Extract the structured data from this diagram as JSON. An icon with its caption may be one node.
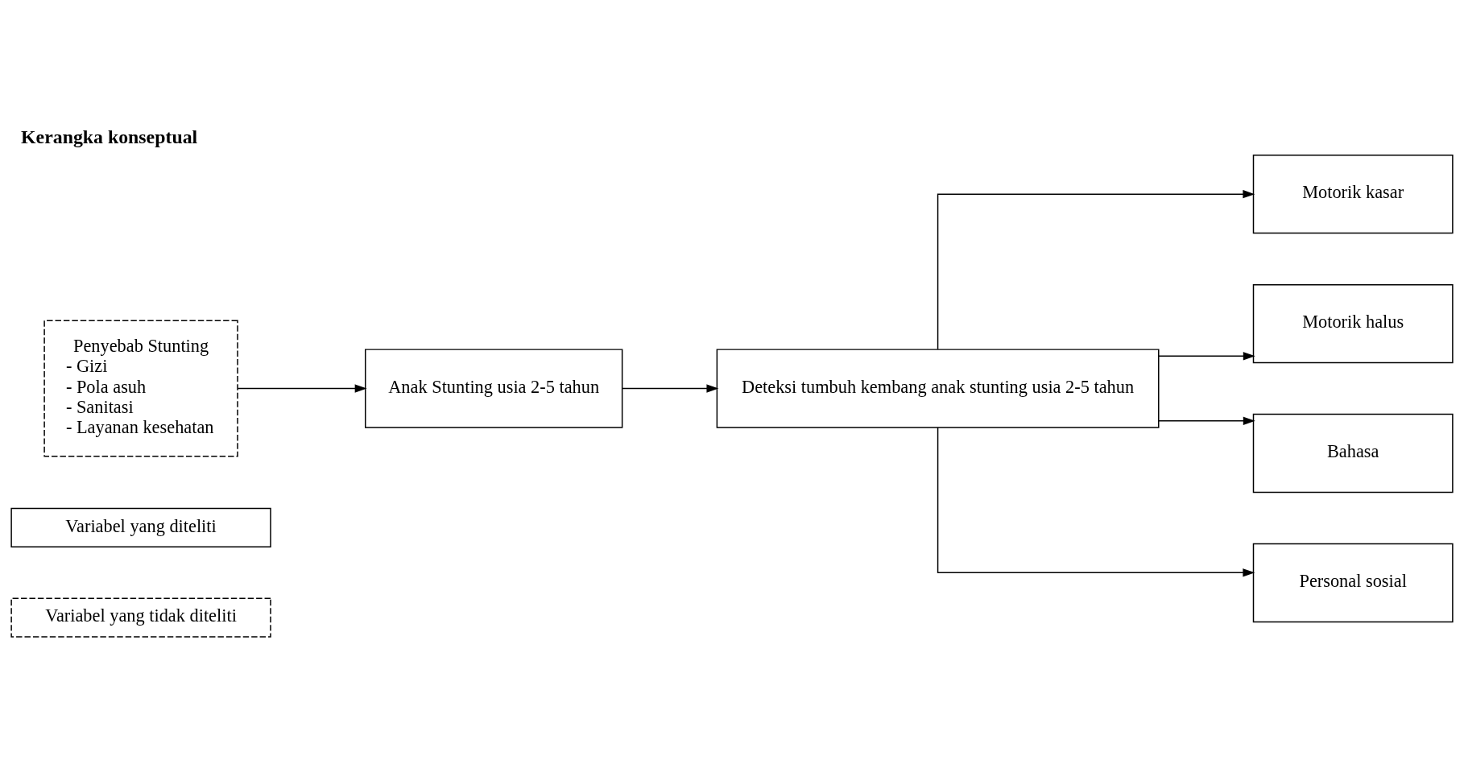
{
  "diagram": {
    "title": "Kerangka konseptual",
    "nodes": [
      {
        "text": [
          "Penyebab Stunting",
          "- Gizi",
          "- Pola asuh",
          "- Sanitasi",
          "- Layanan kesehatan"
        ]
      },
      {
        "text": [
          "Anak Stunting usia 2-5 tahun"
        ]
      },
      {
        "text": [
          "Deteksi tumbuh kembang anak stunting usia 2-5 tahun"
        ]
      },
      {
        "text": [
          "Motorik kasar"
        ]
      },
      {
        "text": [
          "Motorik halus"
        ]
      },
      {
        "text": [
          "Bahasa"
        ]
      },
      {
        "text": [
          "Personal sosial"
        ]
      }
    ],
    "edges": [
      {
        "from": 0,
        "to": 1,
        "arrow": "to"
      },
      {
        "from": 1,
        "to": 2,
        "arrow": "to"
      },
      {
        "from": 2,
        "to": 3,
        "arrow": "to"
      },
      {
        "from": 2,
        "to": 4,
        "arrow": "to"
      },
      {
        "from": 2,
        "to": 5,
        "arrow": "to"
      },
      {
        "from": 2,
        "to": 6,
        "arrow": "to"
      }
    ],
    "legend": [
      {
        "text": "Variabel yang diteliti"
      },
      {
        "text": "Variabel yang tidak diteliti"
      }
    ]
  }
}
